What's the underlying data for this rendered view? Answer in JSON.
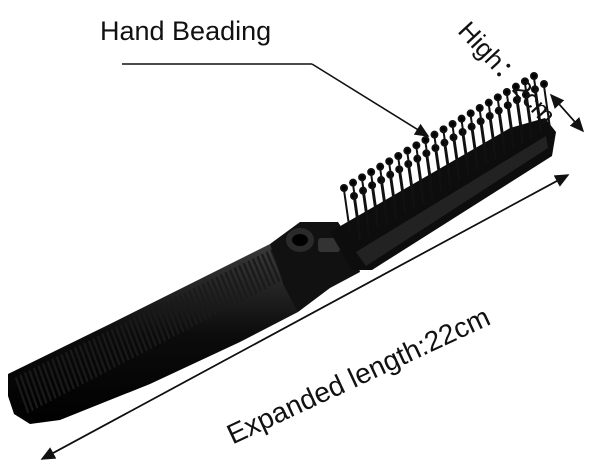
{
  "annotations": {
    "bead_label": "Hand Beading",
    "height_label": "High：2cm",
    "length_label": "Expanded length:22cm"
  },
  "product": {
    "icon": "folding-comb-brush-icon",
    "color": "#0a0a0a"
  }
}
